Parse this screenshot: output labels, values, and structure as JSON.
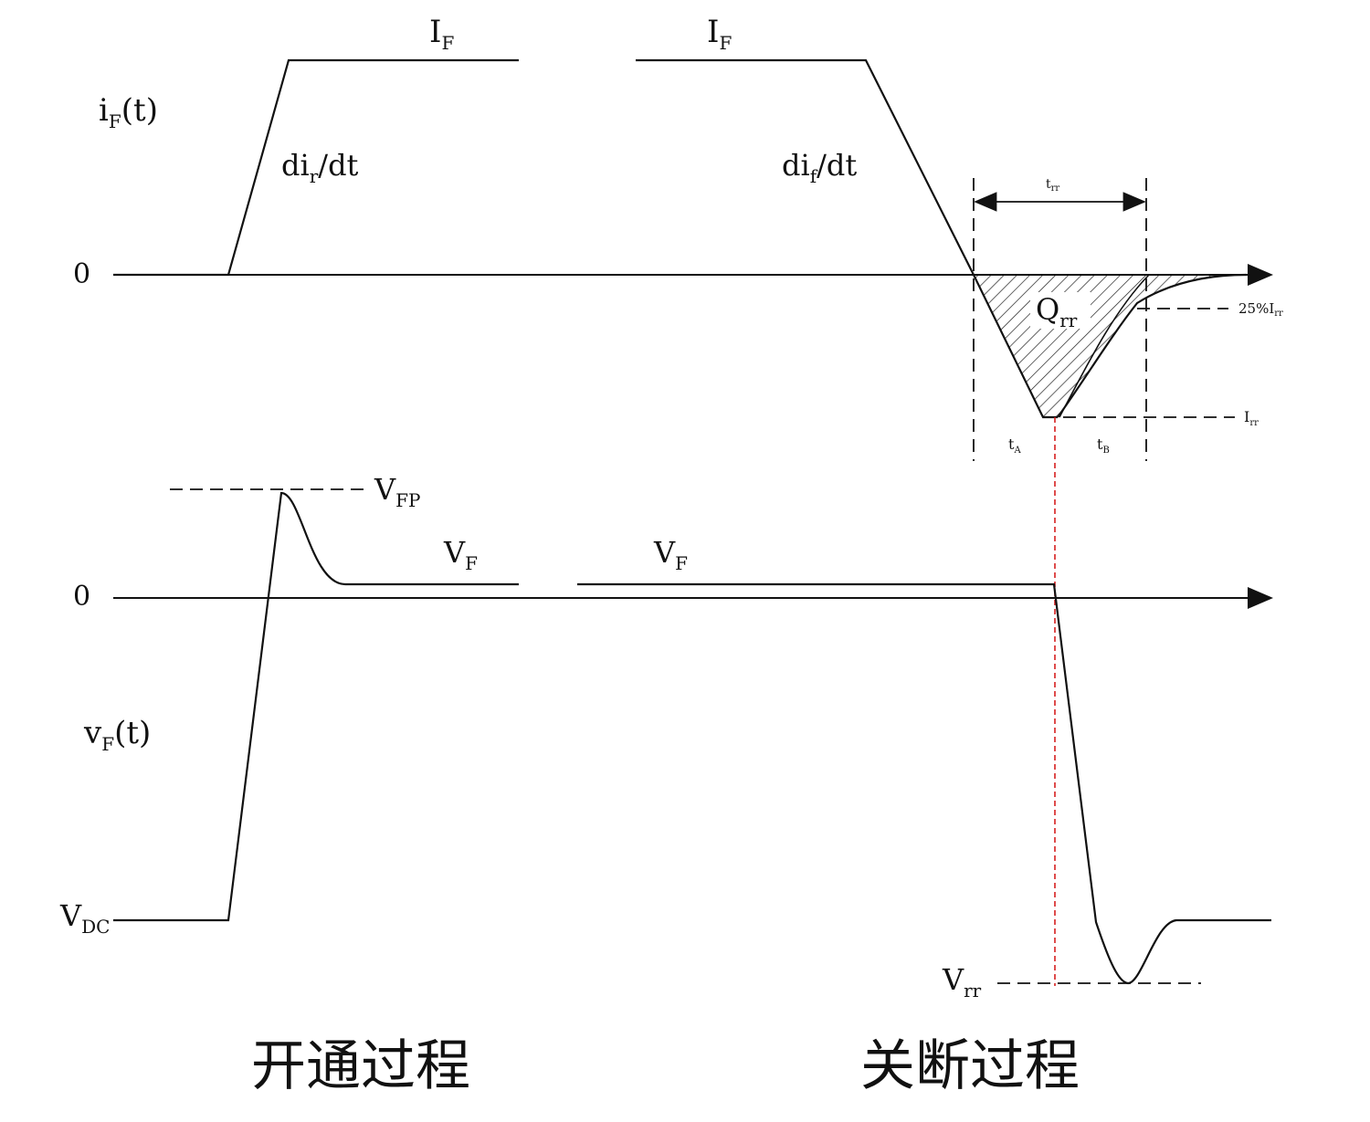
{
  "diagram": {
    "current_plot": {
      "axis_label": "i",
      "axis_label_sub": "F",
      "axis_label_tail": "(t)",
      "zero_label": "0",
      "plateau_label_left": "I",
      "plateau_label_left_sub": "F",
      "plateau_label_right": "I",
      "plateau_label_right_sub": "F",
      "rise_slope_label": "di",
      "rise_slope_sub": "r",
      "rise_slope_tail": "/dt",
      "fall_slope_label": "di",
      "fall_slope_sub": "f",
      "fall_slope_tail": "/dt",
      "trr_label": "t",
      "trr_sub": "rr",
      "qrr_label": "Q",
      "qrr_sub": "rr",
      "pct_label": "25%I",
      "pct_sub": "rr",
      "irr_label": "I",
      "irr_sub": "rr",
      "ta_label": "t",
      "ta_sub": "A",
      "tb_label": "t",
      "tb_sub": "B"
    },
    "voltage_plot": {
      "axis_label": "v",
      "axis_label_sub": "F",
      "axis_label_tail": "(t)",
      "zero_label": "0",
      "vfp_label": "V",
      "vfp_sub": "FP",
      "vf_label_left": "V",
      "vf_label_left_sub": "F",
      "vf_label_right": "V",
      "vf_label_right_sub": "F",
      "vdc_label": "V",
      "vdc_sub": "DC",
      "vrr_label": "V",
      "vrr_sub": "rr"
    },
    "captions": {
      "turn_on": "开通过程",
      "turn_off": "关断过程"
    },
    "colors": {
      "line": "#111111",
      "guide": "#d62020"
    }
  }
}
